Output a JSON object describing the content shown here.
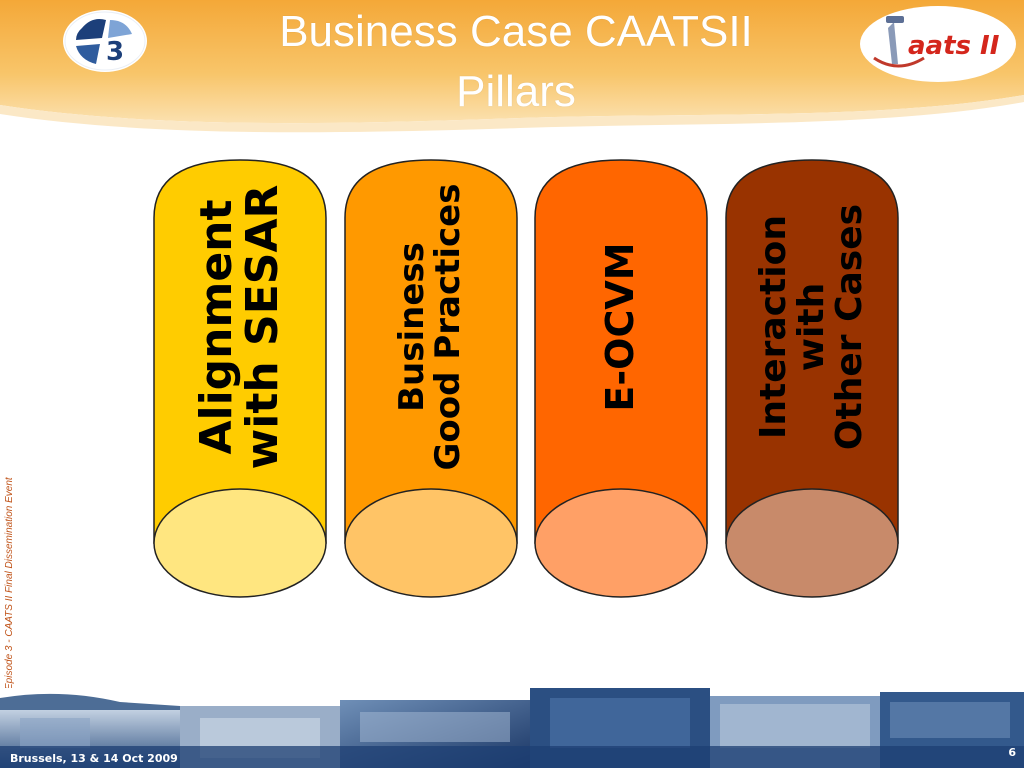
{
  "header": {
    "title": "Business Case CAATSII\nPillars"
  },
  "logos": {
    "left": "episode-3-logo",
    "right": "caats-ii-logo",
    "right_text": "aats II"
  },
  "pillars": [
    {
      "label": "Alignment\nwith SESAR",
      "fill": "#ffcc00",
      "base": "#ffe680"
    },
    {
      "label": "Business\nGood Practices",
      "fill": "#ff9900",
      "base": "#ffc466"
    },
    {
      "label": "E-OCVM",
      "fill": "#ff6600",
      "base": "#ffa066"
    },
    {
      "label": "Interaction\nwith\nOther Cases",
      "fill": "#993300",
      "base": "#c88a6a"
    }
  ],
  "side_text": "Episode 3 - CAATS II Final Dissemination Event",
  "footer": {
    "date": "Brussels, 13 & 14 Oct 2009",
    "page": "6"
  },
  "colors": {
    "header_orange": "#f5b24a",
    "footer_blue": "#1e3f73"
  }
}
